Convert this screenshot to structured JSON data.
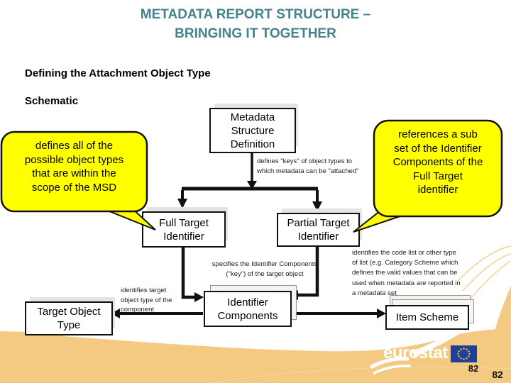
{
  "title": {
    "line1": "METADATA REPORT STRUCTURE –",
    "line2": "BRINGING IT TOGETHER"
  },
  "headings": {
    "subtitle": "Defining the Attachment Object Type",
    "section": "Schematic"
  },
  "colors": {
    "title_teal": "#44828F",
    "footer_tan": "#F4C981",
    "callout_yellow": "#FFFF00",
    "flag_blue": "#1E3F9E",
    "flag_stars": "#FFCC00",
    "arrow_black": "#111111"
  },
  "diagram": {
    "boxes": {
      "msd": "Metadata\nStructure\nDefinition",
      "full_target": "Full Target\nIdentifier",
      "partial_target": "Partial Target\nIdentifier",
      "identifier_components": "Identifier\nComponents",
      "target_object_type": "Target Object\nType",
      "item_scheme": "Item Scheme"
    },
    "callouts": {
      "left": "defines all of the\npossible object types\nthat are within the\nscope of the MSD",
      "right": "references a sub\nset of the Identifier\nComponents of the\nFull Target\nidentifier"
    },
    "annotations": {
      "msd_keys": "defines \"keys\" of object types to\nwhich metadata can be \"attached\"",
      "specifies": "specifies the Identifier Components\n(\"key\") of the target object",
      "identifies_target": "identifies target\nobject type of the\ncomponent",
      "code_list": "identifies the code list or other type\nof list (e.g. Category Scheme which\ndefines the valid values that can be\nused when metadata are reported in\na metadata set"
    }
  },
  "footer": {
    "logo": "eurostat",
    "page_under_flag": "82",
    "page_corner": "82"
  }
}
